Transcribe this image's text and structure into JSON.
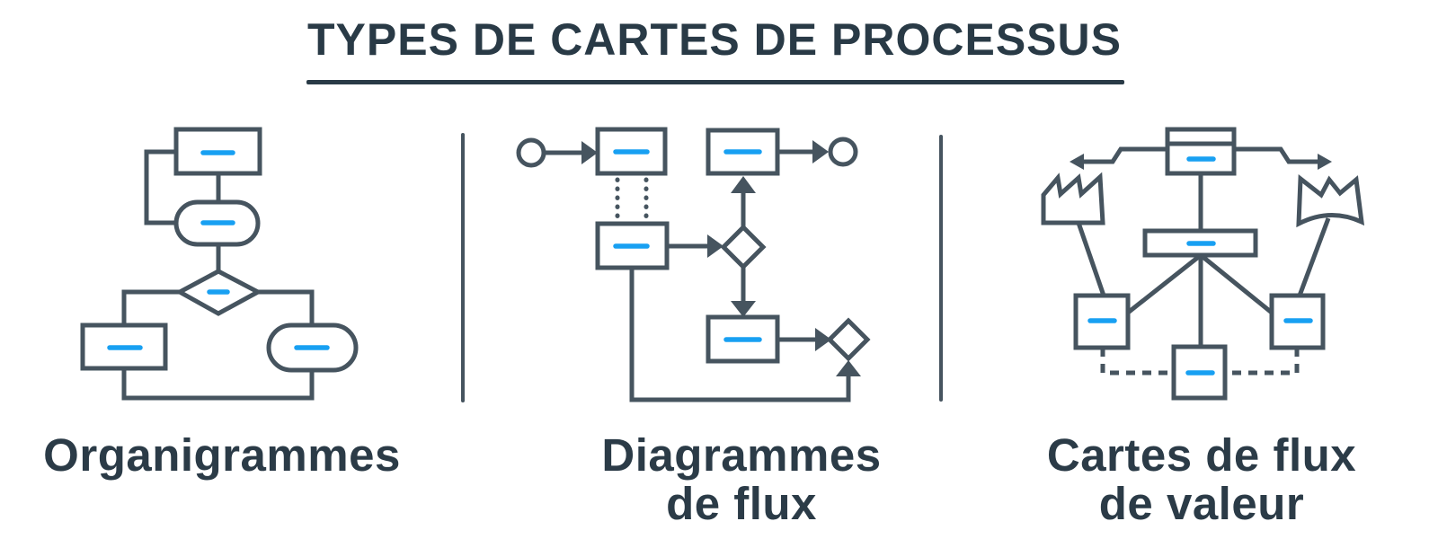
{
  "page": {
    "title": "TYPES DE CARTES DE PROCESSUS"
  },
  "sections": [
    {
      "id": "organigrammes",
      "caption_lines": [
        "Organigrammes"
      ],
      "diagram_type": "org-chart",
      "icons": [
        "rectangle-node",
        "stadium-node",
        "diamond-decision-node",
        "elbow-connector"
      ]
    },
    {
      "id": "diagrammes-de-flux",
      "caption_lines": [
        "Diagrammes",
        "de flux"
      ],
      "diagram_type": "flowchart",
      "icons": [
        "start-circle",
        "end-circle",
        "process-rectangle",
        "decision-diamond",
        "arrow-connector",
        "dotted-connector"
      ]
    },
    {
      "id": "cartes-de-flux-de-valeur",
      "caption_lines": [
        "Cartes de flux",
        "de valeur"
      ],
      "diagram_type": "value-stream-map",
      "icons": [
        "supplier-factory",
        "customer-crown",
        "data-box",
        "process-box",
        "zigzag-information-arrow",
        "dashed-material-flow"
      ]
    }
  ],
  "colors": {
    "ink": "#293A46",
    "caption_ink": "#2B3B47",
    "outline": "#46545F",
    "accent_blue": "#18A0F2",
    "background": "#FFFFFF"
  }
}
